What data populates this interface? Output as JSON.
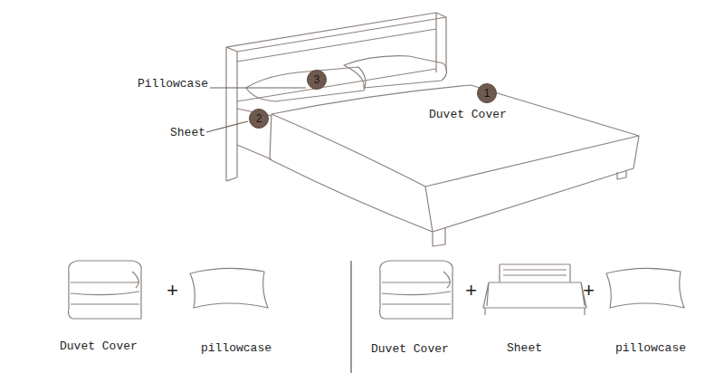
{
  "diagram": {
    "nodes": [
      {
        "text": [
          "3"
        ]
      },
      {
        "text": [
          "2"
        ]
      },
      {
        "text": [
          "1"
        ]
      }
    ],
    "labels": [
      "Pillowcase",
      "Sheet",
      "Duvet Cover",
      "Duvet Cover",
      "+",
      "pillowcase",
      "Duvet Cover",
      "+",
      "Sheet",
      "+",
      "pillowcase"
    ]
  }
}
